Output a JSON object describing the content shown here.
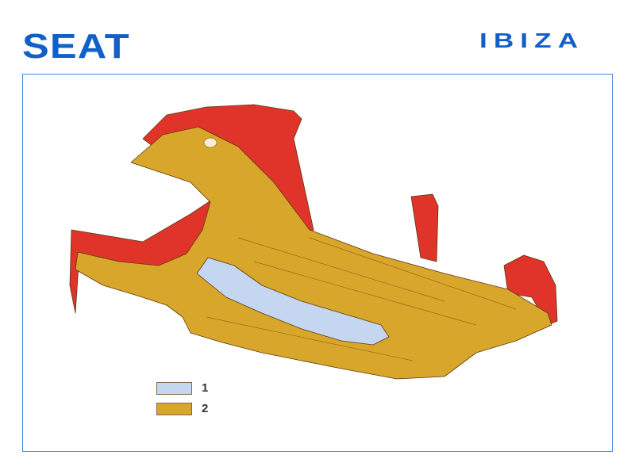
{
  "header": {
    "brand_logo": "SEAT",
    "model_logo": "IBIZA"
  },
  "colors": {
    "brand_blue": "#1160c9",
    "part_1": "#c5d7f0",
    "part_2": "#d9a62c",
    "body_red": "#e0342b"
  },
  "legend": [
    {
      "label": "1",
      "color": "#c5d7f0"
    },
    {
      "label": "2",
      "color": "#d9a62c"
    }
  ]
}
